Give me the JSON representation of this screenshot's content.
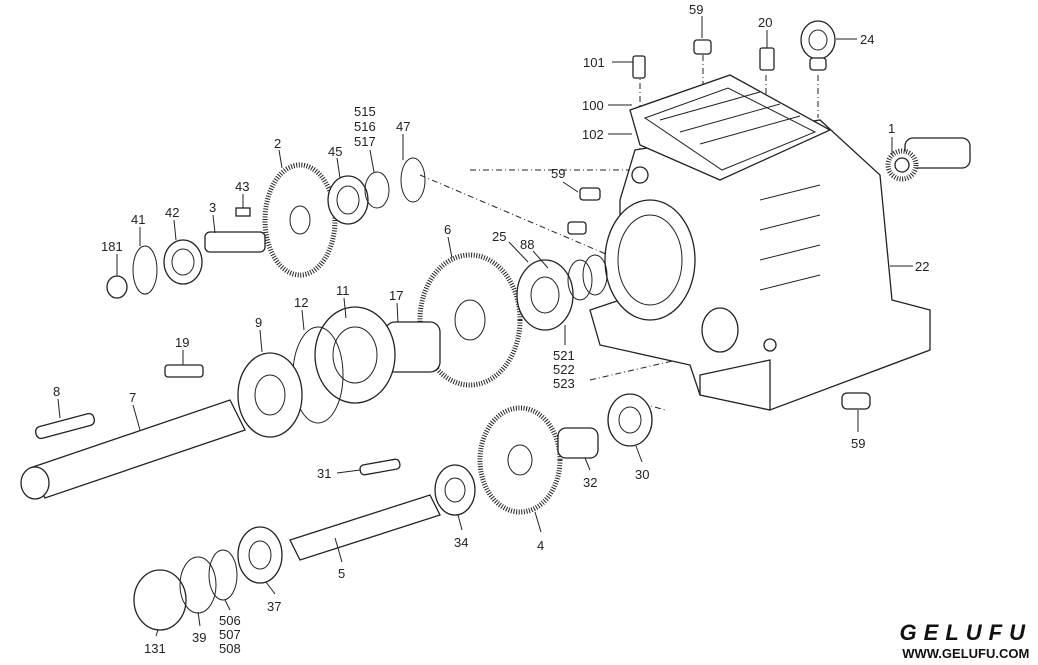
{
  "labels": {
    "p59a": "59",
    "p20": "20",
    "p24": "24",
    "p101": "101",
    "p100": "100",
    "p102": "102",
    "p1": "1",
    "p59b": "59",
    "p22": "22",
    "p59c": "59",
    "p515": "515",
    "p516": "516",
    "p517": "517",
    "p47": "47",
    "p2": "2",
    "p45": "45",
    "p43": "43",
    "p3": "3",
    "p41": "41",
    "p42": "42",
    "p181": "181",
    "p6": "6",
    "p25": "25",
    "p88": "88",
    "p521": "521",
    "p522": "522",
    "p523": "523",
    "p11": "11",
    "p17": "17",
    "p12": "12",
    "p9": "9",
    "p19": "19",
    "p8": "8",
    "p7": "7",
    "p31": "31",
    "p32": "32",
    "p30": "30",
    "p34": "34",
    "p4": "4",
    "p5": "5",
    "p37": "37",
    "p131": "131",
    "p39": "39",
    "p506": "506",
    "p507": "507",
    "p508": "508"
  },
  "logo": {
    "brand": "GELUFU",
    "url": "WWW.GELUFU.COM"
  }
}
